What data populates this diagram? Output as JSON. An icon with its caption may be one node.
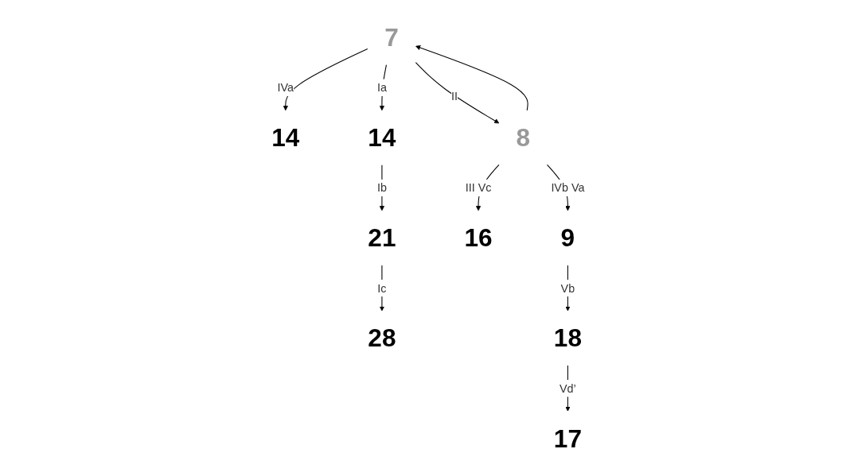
{
  "diagram": {
    "nodes": [
      {
        "text": [
          "14"
        ]
      },
      {
        "text": [
          "7"
        ]
      },
      {
        "text": [
          "14"
        ]
      },
      {
        "text": [
          "21"
        ]
      },
      {
        "text": [
          "28"
        ]
      },
      {
        "text": [
          "8"
        ]
      },
      {
        "text": [
          "16"
        ]
      },
      {
        "text": [
          "9"
        ]
      },
      {
        "text": [
          "18"
        ]
      },
      {
        "text": [
          "17"
        ]
      }
    ],
    "edges": [
      {
        "from": 1,
        "to": 0,
        "arrow": "to",
        "label": "IVa"
      },
      {
        "from": 1,
        "to": 2,
        "arrow": "to",
        "label": "Ia"
      },
      {
        "from": 2,
        "to": 3,
        "arrow": "to",
        "label": "Ib"
      },
      {
        "from": 3,
        "to": 4,
        "arrow": "to",
        "label": "Ic"
      },
      {
        "from": 5,
        "to": 1,
        "arrow": "to"
      },
      {
        "from": 1,
        "to": 5,
        "arrow": "to",
        "label": "II"
      },
      {
        "from": 5,
        "to": 6,
        "arrow": "to",
        "label": "III Vc"
      },
      {
        "from": 5,
        "to": 7,
        "arrow": "to",
        "label": "IVb Va"
      },
      {
        "from": 7,
        "to": 8,
        "arrow": "to",
        "label": "Vb"
      },
      {
        "from": 8,
        "to": 9,
        "arrow": "to",
        "label": "Vd’"
      }
    ]
  }
}
